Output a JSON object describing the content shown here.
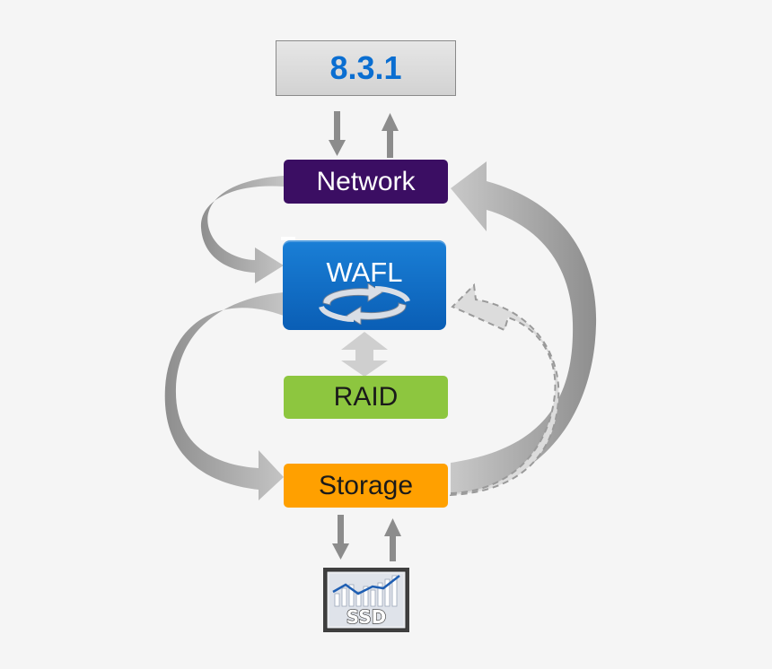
{
  "version": {
    "label": "8.3.1"
  },
  "layers": {
    "network": "Network",
    "wafl": "WAFL",
    "raid": "RAID",
    "storage": "Storage"
  },
  "device": {
    "label": "SSD"
  },
  "colors": {
    "version_text": "#0a6ed1",
    "network": "#3b0e63",
    "wafl": "#0a6ed1",
    "raid": "#8dc63f",
    "storage": "#ffa000",
    "arrow": "#8c8c8c",
    "flow_arrow": "#b0b0b0"
  },
  "icons": [
    "cycle-arrows-icon",
    "ssd-icon",
    "arrow-down-icon",
    "arrow-up-icon",
    "double-arrow-icon"
  ]
}
